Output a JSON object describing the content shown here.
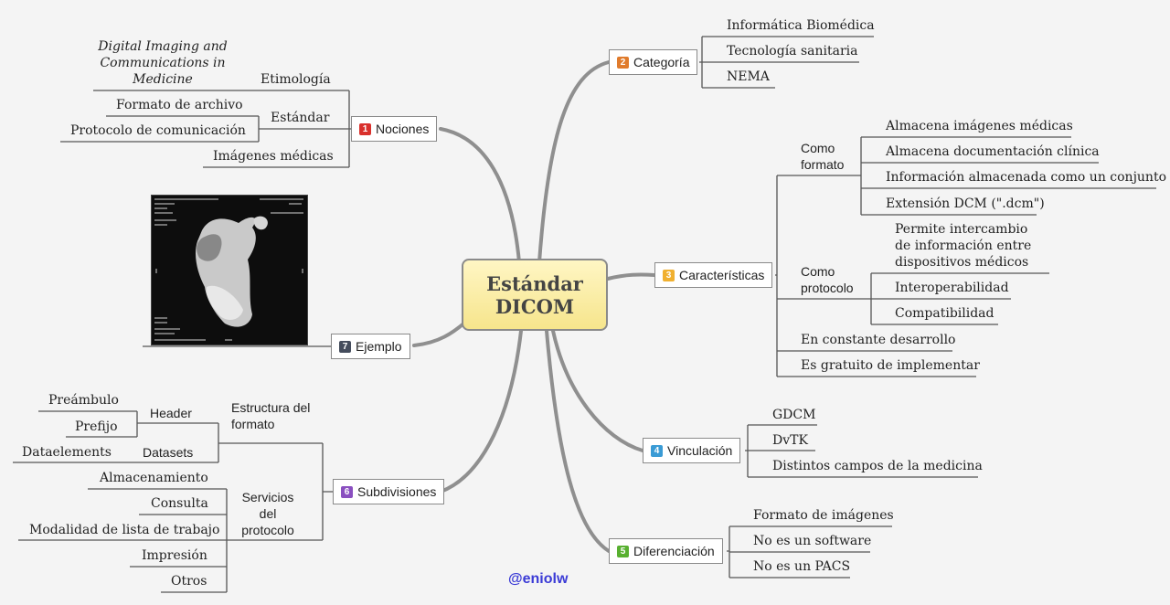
{
  "center": {
    "title": "Estándar DICOM"
  },
  "branches": {
    "nociones": {
      "num": "1",
      "label": "Nociones",
      "color": "#d9302c",
      "etimologia": "Etimología",
      "etimologia_value": "Digital Imaging and Communications in Medicine",
      "estandar": "Estándar",
      "formato_archivo": "Formato de archivo",
      "protocolo_com": "Protocolo de comunicación",
      "imagenes_medicas": "Imágenes médicas"
    },
    "categoria": {
      "num": "2",
      "label": "Categoría",
      "color": "#e07b2c",
      "items": [
        "Informática Biomédica",
        "Tecnología sanitaria",
        "NEMA"
      ]
    },
    "caracteristicas": {
      "num": "3",
      "label": "Características",
      "color": "#f0b030",
      "como_formato": "Como formato",
      "formato_items": [
        "Almacena imágenes médicas",
        "Almacena documentación clínica",
        "Información almacenada como un conjunto",
        "Extensión DCM (\".dcm\")"
      ],
      "como_protocolo": "Como protocolo",
      "protocolo_items": [
        "Permite intercambio de información entre dispositivos médicos",
        "Interoperabilidad",
        "Compatibilidad"
      ],
      "desarrollo": "En constante desarrollo",
      "gratuito": "Es gratuito de implementar"
    },
    "vinculacion": {
      "num": "4",
      "label": "Vinculación",
      "color": "#3a9bd5",
      "items": [
        "GDCM",
        "DvTK",
        "Distintos campos de la medicina"
      ]
    },
    "diferenciacion": {
      "num": "5",
      "label": "Diferenciación",
      "color": "#58b030",
      "items": [
        "Formato de imágenes",
        "No es un software",
        "No es un PACS"
      ]
    },
    "subdivisiones": {
      "num": "6",
      "label": "Subdivisiones",
      "color": "#8a4fc0",
      "estructura": "Estructura del formato",
      "header": "Header",
      "header_items": [
        "Preámbulo",
        "Prefijo"
      ],
      "datasets": "Datasets",
      "datasets_items": [
        "Dataelements"
      ],
      "servicios": "Servicios del protocolo",
      "servicios_items": [
        "Almacenamiento",
        "Consulta",
        "Modalidad de lista de trabajo",
        "Impresión",
        "Otros"
      ]
    },
    "ejemplo": {
      "num": "7",
      "label": "Ejemplo",
      "color": "#444c5c"
    }
  },
  "footer": {
    "handle": "@eniolw"
  }
}
